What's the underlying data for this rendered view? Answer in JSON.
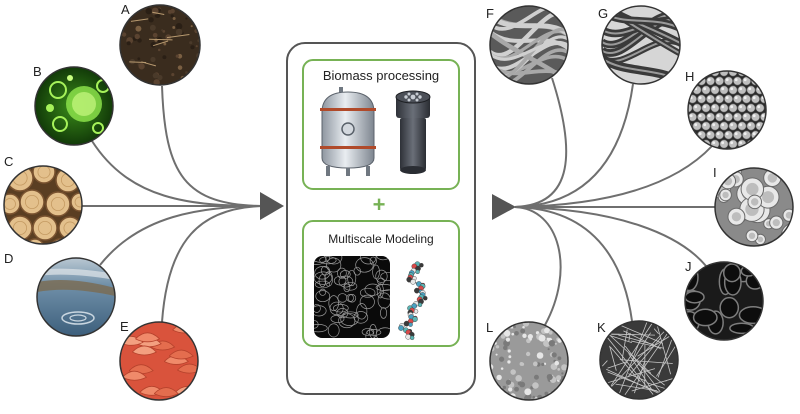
{
  "sources": [
    {
      "letter": "A",
      "content": "soil / plant litter"
    },
    {
      "letter": "B",
      "content": "algae cells"
    },
    {
      "letter": "C",
      "content": "wood logs"
    },
    {
      "letter": "D",
      "content": "wetland water"
    },
    {
      "letter": "E",
      "content": "shrimp shells"
    }
  ],
  "materials": [
    {
      "letter": "F",
      "content": "fibers"
    },
    {
      "letter": "G",
      "content": "nanotubes"
    },
    {
      "letter": "H",
      "content": "spheres"
    },
    {
      "letter": "I",
      "content": "hollow spheres"
    },
    {
      "letter": "J",
      "content": "porous foam"
    },
    {
      "letter": "K",
      "content": "fiber network"
    },
    {
      "letter": "L",
      "content": "particles"
    }
  ],
  "center": {
    "top_title": "Biomass processing",
    "plus": "+",
    "bottom_title": "Multiscale Modeling"
  },
  "colors": {
    "green_frame": "#77b255",
    "line_gray": "#6f6f6f",
    "arrow_gray": "#555555"
  }
}
